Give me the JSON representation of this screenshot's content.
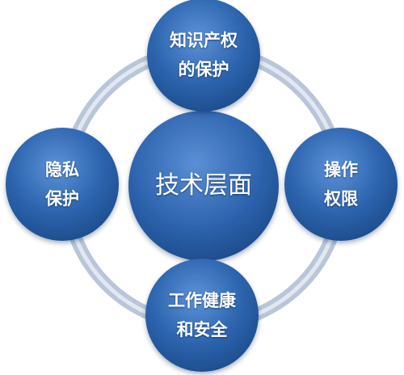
{
  "diagram": {
    "center": {
      "label": "技术层面"
    },
    "nodes": {
      "top": {
        "line1": "知识产权",
        "line2": "的保护"
      },
      "right": {
        "line1": "操作",
        "line2": "权限"
      },
      "bottom": {
        "line1": "工作健康",
        "line2": "和安全"
      },
      "left": {
        "line1": "隐私",
        "line2": "保护"
      }
    },
    "colors": {
      "node_fill": "#2e66b0",
      "node_highlight": "#5d93d8",
      "node_edge": "#1c4a8a",
      "ring": "#b9c6d9"
    }
  }
}
